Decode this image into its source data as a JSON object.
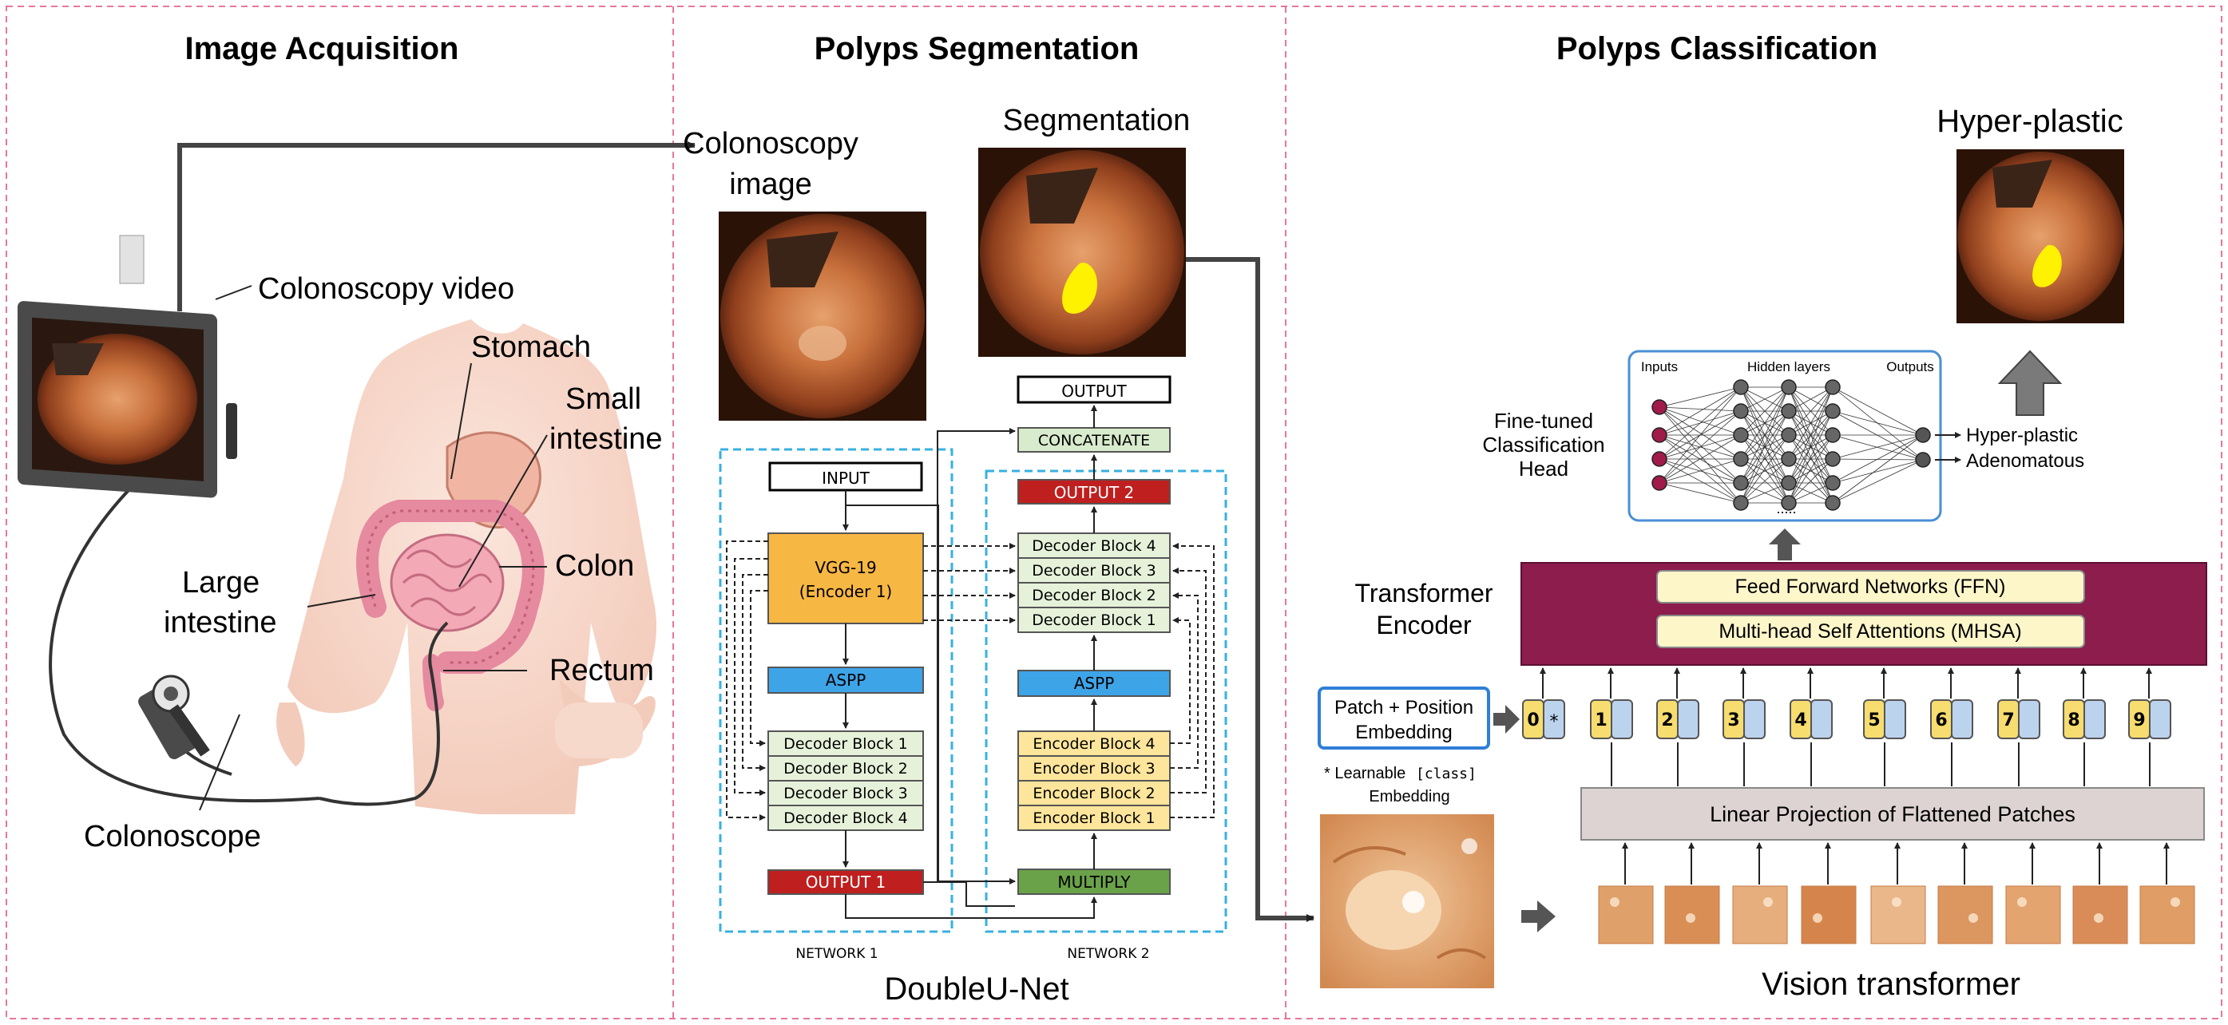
{
  "panels": {
    "acquisition": {
      "title": "Image Acquisition",
      "labels": {
        "video": "Colonoscopy video",
        "stomach": "Stomach",
        "small_1": "Small",
        "small_2": "intestine",
        "colon": "Colon",
        "large_1": "Large",
        "large_2": "intestine",
        "rectum": "Rectum",
        "colonoscope": "Colonoscope"
      }
    },
    "segmentation": {
      "title": "Polyps Segmentation",
      "image_label_1": "Colonoscopy",
      "image_label_2": "image",
      "seg_label": "Segmentation",
      "footer": "DoubleU-Net",
      "net1": {
        "input": "INPUT",
        "encoder_1": "VGG-19",
        "encoder_2": "(Encoder 1)",
        "aspp": "ASPP",
        "decoders": [
          "Decoder Block 1",
          "Decoder Block 2",
          "Decoder Block 3",
          "Decoder Block 4"
        ],
        "output": "OUTPUT 1",
        "caption": "NETWORK 1"
      },
      "net2": {
        "output_top": "OUTPUT",
        "concatenate": "CONCATENATE",
        "output2": "OUTPUT 2",
        "decoders": [
          "Decoder Block 4",
          "Decoder Block 3",
          "Decoder Block 2",
          "Decoder Block 1"
        ],
        "aspp": "ASPP",
        "encoders": [
          "Encoder Block 4",
          "Encoder Block 3",
          "Encoder Block 2",
          "Encoder Block 1"
        ],
        "multiply": "MULTIPLY",
        "caption": "NETWORK 2"
      }
    },
    "classification": {
      "title": "Polyps Classification",
      "result": "Hyper-plastic",
      "head_1": "Fine-tuned",
      "head_2": "Classification",
      "head_3": "Head",
      "nn_inputs": "Inputs",
      "nn_hidden": "Hidden layers",
      "nn_outputs": "Outputs",
      "nn_dots": ".....",
      "out_1": "Hyper-plastic",
      "out_2": "Adenomatous",
      "encoder_1": "Transformer",
      "encoder_2": "Encoder",
      "ffn": "Feed Forward Networks (FFN)",
      "mhsa": "Multi-head Self Attentions (MHSA)",
      "patch_1": "Patch + Position",
      "patch_2": "Embedding",
      "learnable_1": "* Learnable",
      "learnable_2": "[class]",
      "learnable_3": "Embedding",
      "tokens": [
        "0",
        "1",
        "2",
        "3",
        "4",
        "5",
        "6",
        "7",
        "8",
        "9"
      ],
      "star": "*",
      "linear": "Linear Projection of Flattened Patches",
      "footer": "Vision transformer"
    }
  },
  "colors": {
    "panel_border": "#e8779a",
    "token_yellow": "#f7dc6f",
    "token_blue": "#bcd3ee",
    "encoder_purple": "#8c1d4d",
    "encoder_box": "#fcf6c9",
    "linear_box": "#ddd3d3",
    "aspp": "#3ea4e8",
    "output_red": "#c01f1f",
    "vgg": "#f7b743",
    "encoder_block": "#fde59b",
    "decoder_block": "#e6f1da",
    "multiply": "#6aa24a",
    "net_dash": "#38b0e0"
  }
}
